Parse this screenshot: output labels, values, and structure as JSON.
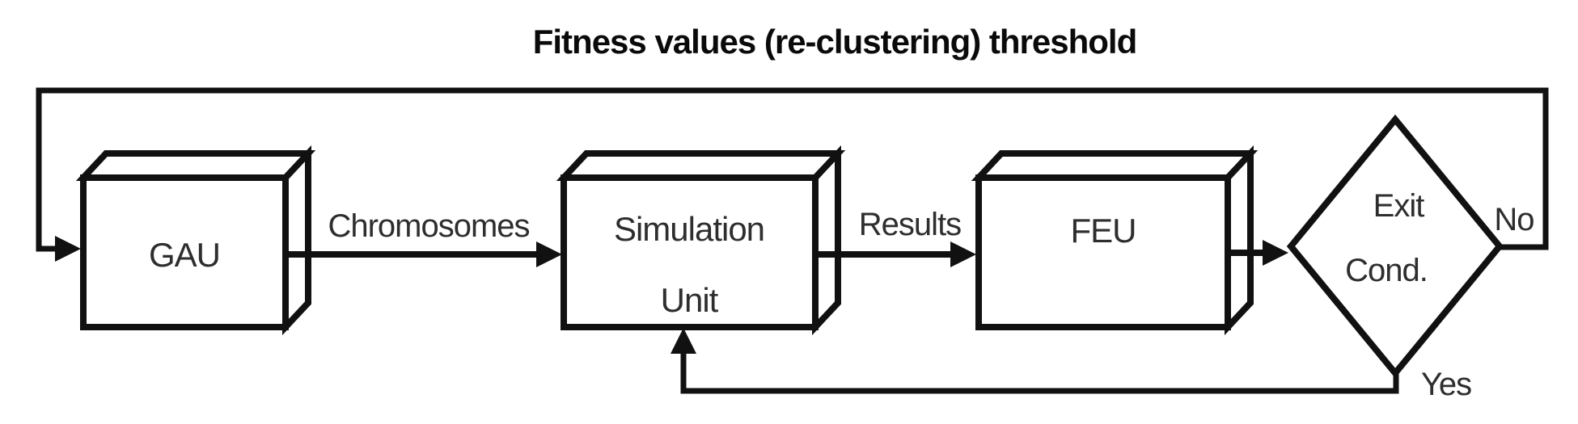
{
  "title": "Fitness values (re-clustering) threshold",
  "nodes": {
    "gau": {
      "label": "GAU"
    },
    "simulation": {
      "line1": "Simulation",
      "line2": "Unit"
    },
    "feu": {
      "label": "FEU"
    },
    "exit": {
      "line1": "Exit",
      "line2": "Cond."
    }
  },
  "edges": {
    "chromosomes": {
      "label": "Chromosomes"
    },
    "results": {
      "label": "Results"
    },
    "no": {
      "label": "No"
    },
    "yes": {
      "label": "Yes"
    }
  },
  "colors": {
    "line": "#111111",
    "text": "#2e2e2e",
    "title": "#0a0a0a",
    "background": "#ffffff"
  }
}
